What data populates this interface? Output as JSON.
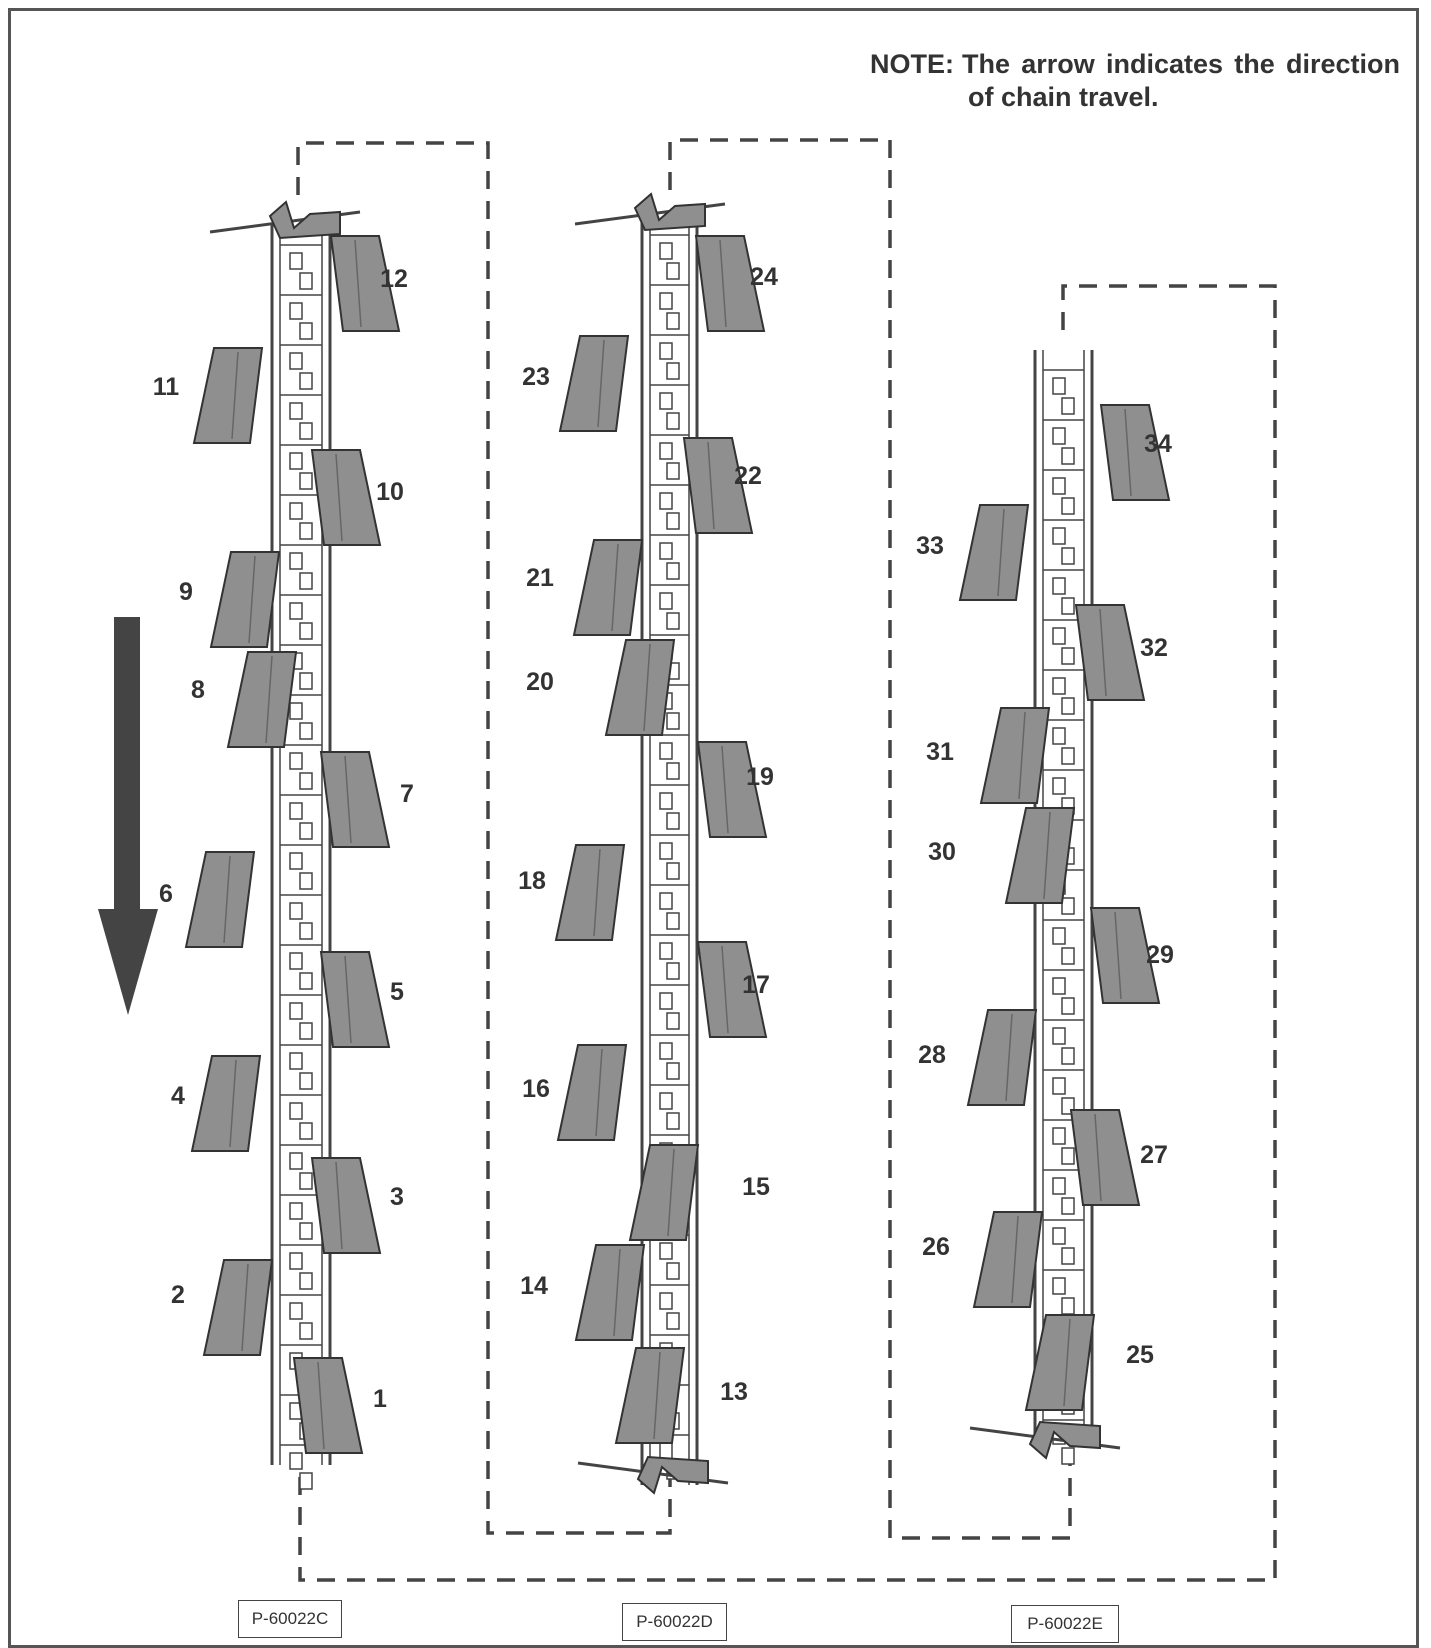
{
  "note": {
    "prefix": "NOTE:",
    "line1": "The arrow indicates the direction",
    "line2": "of chain travel."
  },
  "figure_refs": [
    "P-60022C",
    "P-60022D",
    "P-60022E"
  ],
  "paddle_labels": [
    "1",
    "2",
    "3",
    "4",
    "5",
    "6",
    "7",
    "8",
    "9",
    "10",
    "11",
    "12",
    "13",
    "14",
    "15",
    "16",
    "17",
    "18",
    "19",
    "20",
    "21",
    "22",
    "23",
    "24",
    "25",
    "26",
    "27",
    "28",
    "29",
    "30",
    "31",
    "32",
    "33",
    "34"
  ],
  "colors": {
    "paddle": "#8f8f8f",
    "paddle_edge": "#333333",
    "chain": "#444444",
    "arrow": "#444444",
    "dash": "#444444",
    "text": "#333333"
  },
  "icons": {
    "direction_arrow": "arrow-down-icon"
  }
}
